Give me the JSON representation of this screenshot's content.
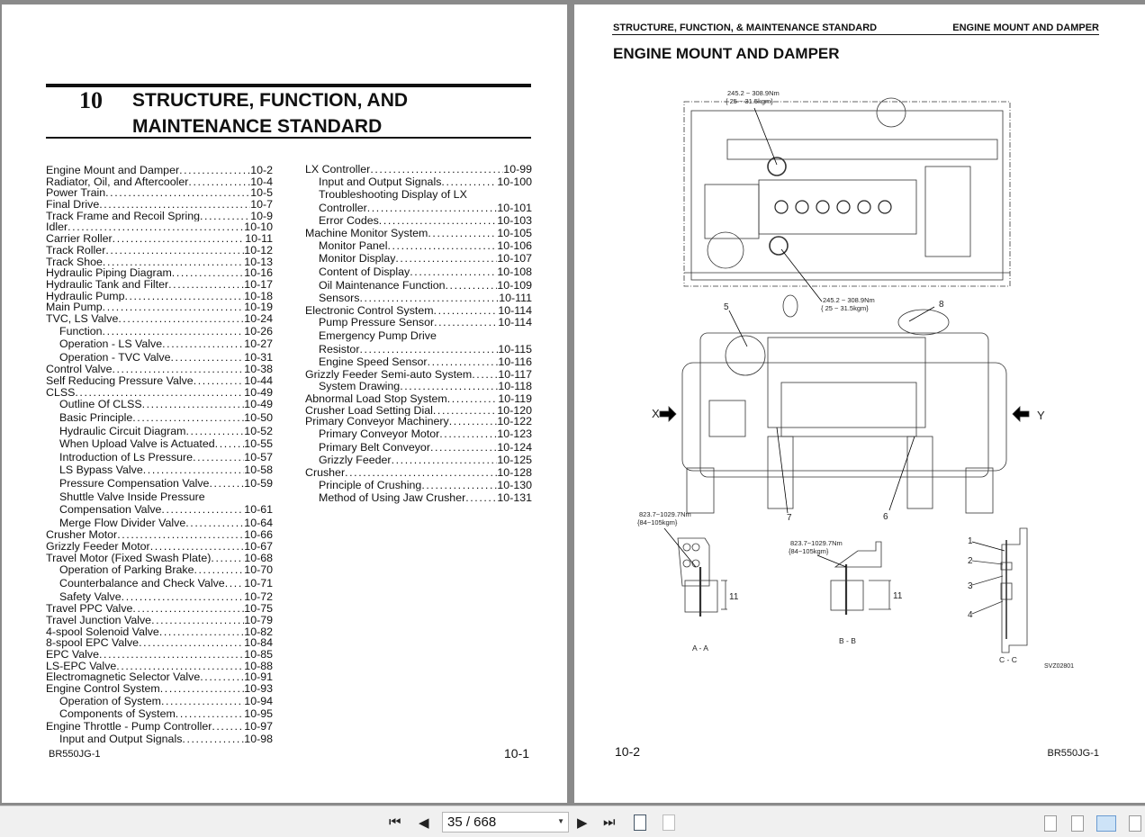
{
  "left_page": {
    "chapter_number": "10",
    "chapter_title": "STRUCTURE, FUNCTION, AND MAINTENANCE STANDARD",
    "toc_col1": [
      {
        "t": "Engine Mount and Damper",
        "p": "10-2"
      },
      {
        "t": "Radiator, Oil, and Aftercooler",
        "p": "10-4"
      },
      {
        "t": "Power Train",
        "p": "10-5"
      },
      {
        "t": "Final Drive",
        "p": "10-7"
      },
      {
        "t": "Track Frame and Recoil Spring",
        "p": "10-9"
      },
      {
        "t": "Idler",
        "p": "10-10"
      },
      {
        "t": "Carrier Roller",
        "p": "10-11"
      },
      {
        "t": "Track Roller",
        "p": "10-12"
      },
      {
        "t": "Track Shoe",
        "p": "10-13"
      },
      {
        "t": "Hydraulic Piping Diagram",
        "p": "10-16"
      },
      {
        "t": "Hydraulic Tank and Filter",
        "p": "10-17"
      },
      {
        "t": "Hydraulic Pump",
        "p": "10-18"
      },
      {
        "t": "Main Pump",
        "p": "10-19"
      },
      {
        "t": "TVC, LS Valve",
        "p": "10-24"
      },
      {
        "t": "Function",
        "p": "10-26",
        "sub": true
      },
      {
        "t": "Operation - LS Valve",
        "p": "10-27",
        "sub": true
      },
      {
        "t": "Operation - TVC Valve",
        "p": "10-31",
        "sub": true
      },
      {
        "t": "Control Valve",
        "p": "10-38"
      },
      {
        "t": "Self Reducing Pressure Valve",
        "p": "10-44"
      },
      {
        "t": "CLSS",
        "p": "10-49"
      },
      {
        "t": "Outline Of CLSS",
        "p": "10-49",
        "sub": true
      },
      {
        "t": "Basic Principle",
        "p": "10-50",
        "sub": true
      },
      {
        "t": "Hydraulic Circuit Diagram",
        "p": "10-52",
        "sub": true
      },
      {
        "t": "When Upload Valve is Actuated",
        "p": "10-55",
        "sub": true
      },
      {
        "t": "Introduction of Ls Pressure",
        "p": "10-57",
        "sub": true
      },
      {
        "t": "LS Bypass Valve",
        "p": "10-58",
        "sub": true
      },
      {
        "t": "Pressure Compensation Valve",
        "p": "10-59",
        "sub": true
      },
      {
        "t": "Shuttle Valve Inside Pressure",
        "p": "",
        "sub": true
      },
      {
        "t": "Compensation Valve",
        "p": "10-61",
        "sub": true
      },
      {
        "t": "Merge Flow Divider Valve",
        "p": "10-64",
        "sub": true
      },
      {
        "t": "Crusher Motor",
        "p": "10-66"
      },
      {
        "t": "Grizzly Feeder Motor",
        "p": "10-67"
      },
      {
        "t": "Travel Motor (Fixed Swash Plate)",
        "p": "10-68"
      },
      {
        "t": "Operation of Parking Brake",
        "p": "10-70",
        "sub": true
      },
      {
        "t": "Counterbalance and Check Valve",
        "p": "10-71",
        "sub": true
      },
      {
        "t": "Safety Valve",
        "p": "10-72",
        "sub": true
      },
      {
        "t": "Travel PPC Valve",
        "p": "10-75"
      },
      {
        "t": "Travel Junction Valve",
        "p": "10-79"
      },
      {
        "t": "4-spool Solenoid Valve",
        "p": "10-82"
      },
      {
        "t": "8-spool EPC Valve",
        "p": "10-84"
      },
      {
        "t": "EPC Valve",
        "p": "10-85"
      },
      {
        "t": "LS-EPC Valve",
        "p": "10-88"
      },
      {
        "t": "Electromagnetic Selector Valve",
        "p": "10-91"
      },
      {
        "t": "Engine Control System",
        "p": "10-93"
      },
      {
        "t": "Operation of System",
        "p": "10-94",
        "sub": true
      },
      {
        "t": "Components of System",
        "p": "10-95",
        "sub": true
      },
      {
        "t": "Engine Throttle - Pump Controller",
        "p": "10-97"
      },
      {
        "t": "Input and Output Signals",
        "p": "10-98",
        "sub": true
      }
    ],
    "toc_col2": [
      {
        "t": "LX Controller",
        "p": "10-99"
      },
      {
        "t": "Input and Output Signals",
        "p": "10-100",
        "sub": true
      },
      {
        "t": "Troubleshooting Display of LX",
        "p": "",
        "sub": true
      },
      {
        "t": "Controller",
        "p": "10-101",
        "sub": true
      },
      {
        "t": "Error Codes",
        "p": "10-103",
        "sub": true
      },
      {
        "t": "Machine Monitor System",
        "p": "10-105"
      },
      {
        "t": "Monitor Panel",
        "p": "10-106",
        "sub": true
      },
      {
        "t": "Monitor Display",
        "p": "10-107",
        "sub": true
      },
      {
        "t": "Content of Display",
        "p": "10-108",
        "sub": true
      },
      {
        "t": "Oil Maintenance Function",
        "p": "10-109",
        "sub": true
      },
      {
        "t": "Sensors",
        "p": "10-111",
        "sub": true
      },
      {
        "t": "Electronic Control System",
        "p": "10-114"
      },
      {
        "t": "Pump Pressure Sensor",
        "p": "10-114",
        "sub": true
      },
      {
        "t": "Emergency Pump Drive",
        "p": "",
        "sub": true
      },
      {
        "t": "Resistor",
        "p": "10-115",
        "sub": true
      },
      {
        "t": "Engine Speed Sensor",
        "p": "10-116",
        "sub": true
      },
      {
        "t": "Grizzly Feeder Semi-auto System",
        "p": "10-117"
      },
      {
        "t": "System Drawing",
        "p": "10-118",
        "sub": true
      },
      {
        "t": "Abnormal Load Stop System",
        "p": "10-119"
      },
      {
        "t": "Crusher Load Setting Dial",
        "p": "10-120"
      },
      {
        "t": "Primary Conveyor Machinery",
        "p": "10-122"
      },
      {
        "t": "Primary Conveyor Motor",
        "p": "10-123",
        "sub": true
      },
      {
        "t": "Primary Belt Conveyor",
        "p": "10-124",
        "sub": true
      },
      {
        "t": "Grizzly Feeder",
        "p": "10-125",
        "sub": true
      },
      {
        "t": "Crusher",
        "p": "10-128"
      },
      {
        "t": "Principle of Crushing",
        "p": "10-130",
        "sub": true
      },
      {
        "t": "Method of Using Jaw Crusher",
        "p": "10-131",
        "sub": true
      }
    ],
    "footer_code": "BR550JG-1",
    "page_number": "10-1"
  },
  "right_page": {
    "header_left": "STRUCTURE, FUNCTION, & MAINTENANCE STANDARD",
    "header_right": "ENGINE MOUNT AND DAMPER",
    "section_title": "ENGINE MOUNT AND DAMPER",
    "diagram": {
      "torque_top_1": "245.2 ~ 308.9Nm",
      "torque_top_2": "{ 25 ~ 31.5kgm}",
      "torque_mid_1": "245.2 ~ 308.9Nm",
      "torque_mid_2": "{ 25 ~ 31.5kgm}",
      "torque_aa_1": "823.7~1029.7Nm",
      "torque_aa_2": "{84~105kgm}",
      "torque_bb_1": "823.7~1029.7Nm",
      "torque_bb_2": "{84~105kgm}",
      "label_x": "X",
      "label_y": "Y",
      "callouts": [
        "1",
        "2",
        "3",
        "4",
        "5",
        "6",
        "7",
        "8"
      ],
      "dim_11": "11",
      "view_aa": "A - A",
      "view_bb": "B - B",
      "view_cc": "C - C",
      "drawing_id": "SVZ02801"
    },
    "page_number": "10-2",
    "footer_code": "BR550JG-1"
  },
  "toolbar": {
    "page_field": "35 / 668",
    "first_icon": "first-page-icon",
    "prev_icon": "prev-page-icon",
    "next_icon": "next-page-icon",
    "last_icon": "last-page-icon"
  }
}
